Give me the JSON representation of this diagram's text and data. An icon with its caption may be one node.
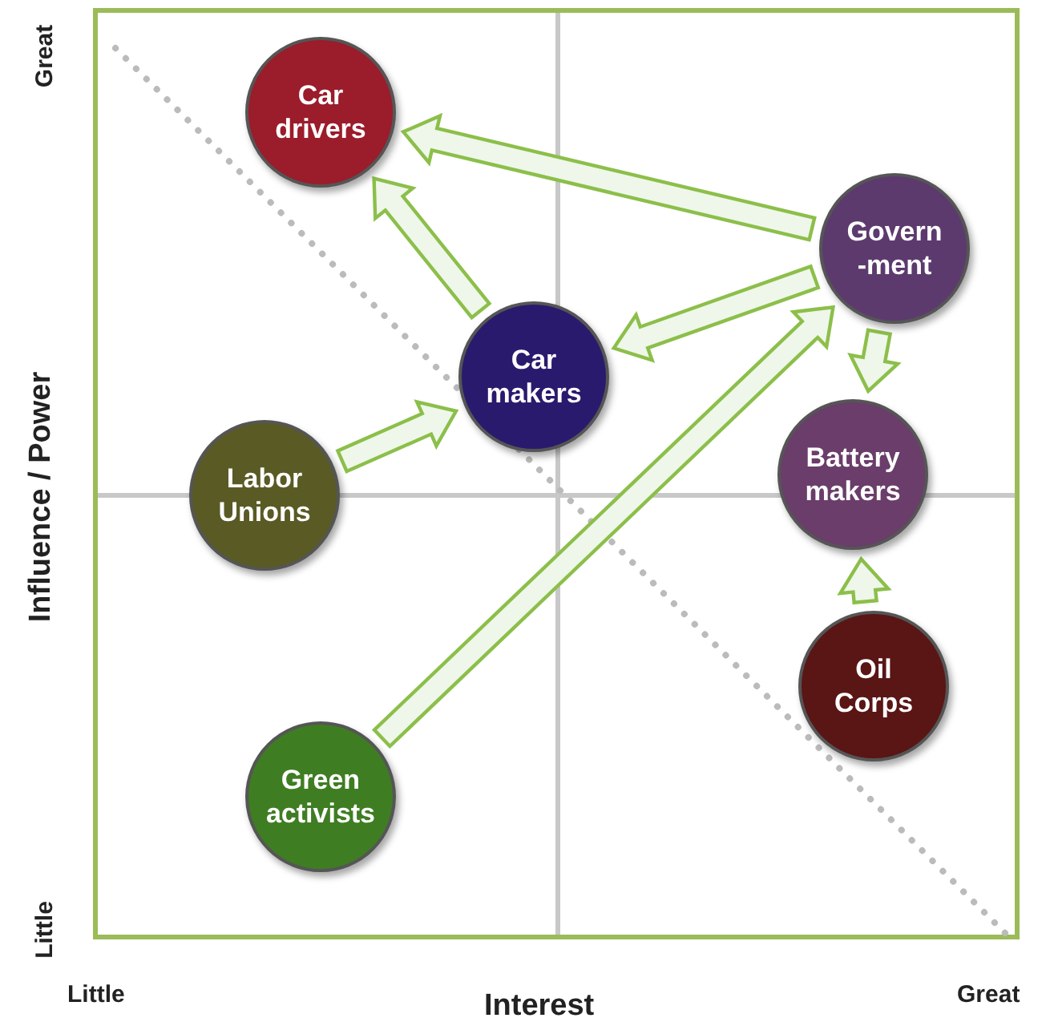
{
  "diagram": {
    "nodes": [
      {
        "text": [
          "Car drivers"
        ]
      },
      {
        "text": [
          "Govern -ment"
        ]
      },
      {
        "text": [
          "Car makers"
        ]
      },
      {
        "text": [
          "Battery makers"
        ]
      },
      {
        "text": [
          "Labor Unions"
        ]
      },
      {
        "text": [
          "Oil Corps"
        ]
      },
      {
        "text": [
          "Green activists"
        ]
      }
    ],
    "edges": [
      {
        "from": 1,
        "to": 0,
        "arrow": "to"
      },
      {
        "from": 1,
        "to": 2,
        "arrow": "to"
      },
      {
        "from": 1,
        "to": 3,
        "arrow": "to"
      },
      {
        "from": 2,
        "to": 0,
        "arrow": "to"
      },
      {
        "from": 4,
        "to": 2,
        "arrow": "to"
      },
      {
        "from": 6,
        "to": 1,
        "arrow": "to"
      },
      {
        "from": 5,
        "to": 3,
        "arrow": "to"
      }
    ],
    "labels": [
      "Great",
      "Influence / Power",
      "Little",
      "Little",
      "Interest",
      "Great"
    ]
  }
}
